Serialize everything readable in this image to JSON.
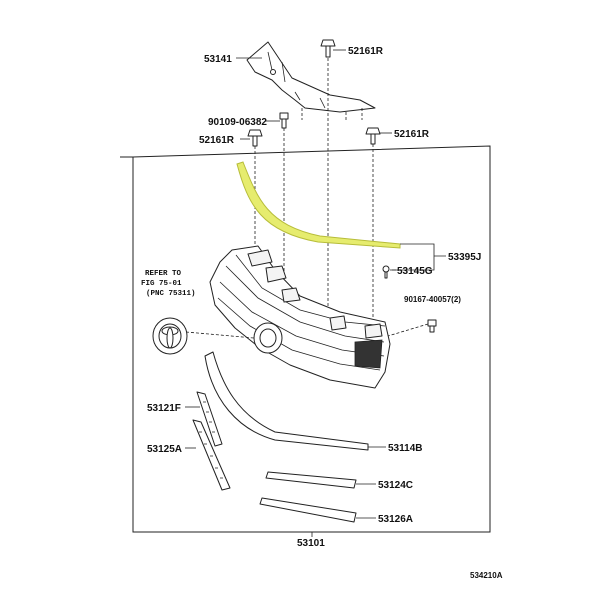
{
  "labels": {
    "p53141": "53141",
    "p52161r_top": "52161R",
    "p90109": "90109-06382",
    "p52161r_left": "52161R",
    "p52161r_right": "52161R",
    "p53395j": "53395J",
    "p53145g": "53145G",
    "p90167": "90167-40057(2)",
    "p53121f": "53121F",
    "p53125a": "53125A",
    "p53114b": "53114B",
    "p53124c": "53124C",
    "p53126a": "53126A",
    "p53101": "53101",
    "diagram_code": "534210A"
  },
  "reference": {
    "line1": "REFER TO",
    "line2": "FIG 75-01",
    "line3": "(PNC 75311)"
  },
  "colors": {
    "highlight": "#e6ec6e",
    "ink": "#222222"
  }
}
